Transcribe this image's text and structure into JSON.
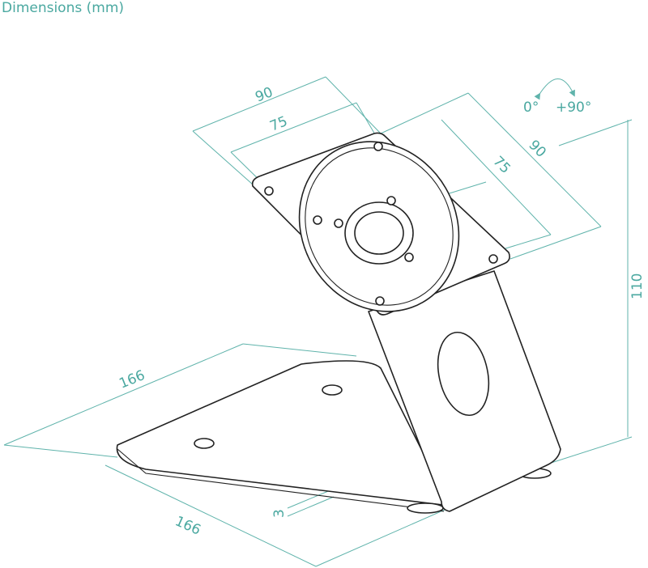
{
  "title": "Dimensions (mm)",
  "dimensions": {
    "plate_width": "90",
    "plate_hole_width": "75",
    "plate_height": "90",
    "plate_hole_height": "75",
    "total_height": "110",
    "base_depth": "166",
    "base_width": "166",
    "base_thickness": "3"
  },
  "rotation": {
    "start": "0°",
    "end": "+90°"
  },
  "colors": {
    "dimension": "#4aa8a0",
    "ink": "#222222"
  }
}
